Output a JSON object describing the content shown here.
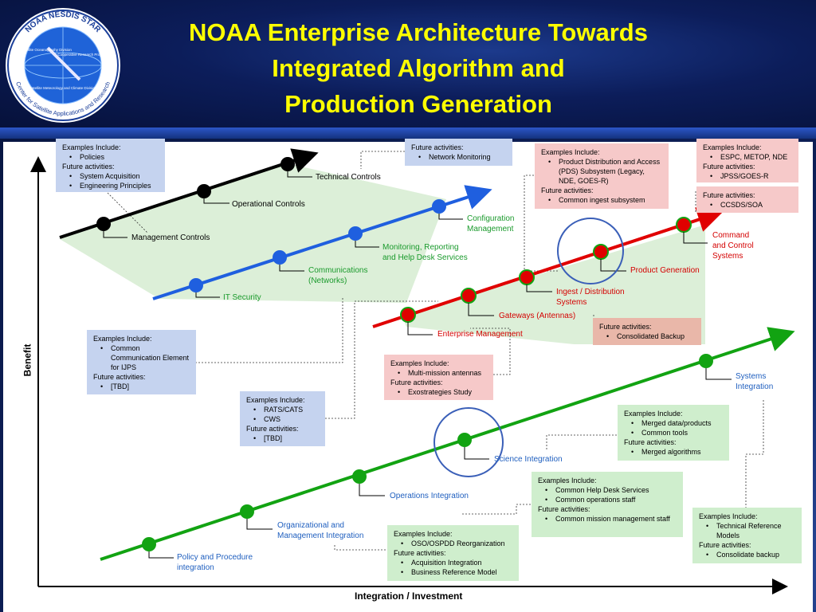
{
  "title_lines": [
    "NOAA Enterprise Architecture Towards",
    "Integrated Algorithm and",
    "Production Generation"
  ],
  "logo": {
    "ring_text": "NOAA NESDIS STAR",
    "ring_bottom": "Center for Satellite Applications and Research",
    "inner": [
      "Satellite Oceanography Division",
      "Cooperative Research Program",
      "Satellite Meteorology and Climate Division"
    ]
  },
  "axes": {
    "x": "Integration / Investment",
    "y": "Benefit"
  },
  "colors": {
    "black_line": "#000000",
    "blue_line": "#1f5fdf",
    "red_line": "#e00000",
    "green_line": "#12a312",
    "shade": "#dcefd8",
    "circle": "#3a5fb8"
  },
  "labels": {
    "management": "Management Controls",
    "operational": "Operational Controls",
    "technical": "Technical Controls",
    "it_security": "IT Security",
    "communications": [
      "Communications",
      "(Networks)"
    ],
    "monitoring": [
      "Monitoring, Reporting",
      "and Help Desk Services"
    ],
    "configuration": [
      "Configuration",
      "Management"
    ],
    "enterprise": "Enterprise Management",
    "gateways": "Gateways (Antennas)",
    "ingest": [
      "Ingest / Distribution",
      "Systems"
    ],
    "product": "Product Generation",
    "command": [
      "Command",
      "and Control",
      "Systems"
    ],
    "policy": [
      "Policy and Procedure",
      "integration"
    ],
    "organizational": [
      "Organizational and",
      "Management Integration"
    ],
    "operations": "Operations Integration",
    "science": "Science Integration",
    "systems": [
      "Systems",
      "Integration"
    ]
  },
  "boxes": {
    "mgmt": {
      "h1": "Examples Include:",
      "i1": [
        "Policies"
      ],
      "h2": "Future activities:",
      "i2": [
        "System Acquisition",
        "Engineering Principles"
      ]
    },
    "netmon": {
      "h1": "Future activities:",
      "i1": [
        "Network Monitoring"
      ]
    },
    "pds": {
      "h1": "Examples Include:",
      "i1": [
        "Product Distribution and Access (PDS) Subsystem (Legacy, NDE, GOES-R)"
      ],
      "h2": "Future activities:",
      "i2": [
        "Common ingest subsystem"
      ]
    },
    "espc": {
      "h1": "Examples Include:",
      "i1": [
        "ESPC, METOP, NDE"
      ],
      "h2": "Future activities:",
      "i2": [
        "JPSS/GOES-R"
      ]
    },
    "ccsds": {
      "h1": "Future activities:",
      "i1": [
        "CCSDS/SOA"
      ]
    },
    "comm": {
      "h1": "Examples Include:",
      "i1": [
        "Common Communication Element for IJPS"
      ],
      "h2": "Future activities:",
      "i2": [
        "[TBD]"
      ]
    },
    "rats": {
      "h1": "Examples Include:",
      "i1": [
        "RATS/CATS",
        "CWS"
      ],
      "h2": "Future activities:",
      "i2": [
        "[TBD]"
      ]
    },
    "backup": {
      "h1": "Future activities:",
      "i1": [
        "Consolidated Backup"
      ]
    },
    "antennas": {
      "h1": "Examples Include:",
      "i1": [
        "Multi-mission antennas"
      ],
      "h2": "Future activities:",
      "i2": [
        "Exostrategies Study"
      ]
    },
    "merged": {
      "h1": "Examples Include:",
      "i1": [
        "Merged data/products",
        "Common tools"
      ],
      "h2": "Future activities:",
      "i2": [
        "Merged algorithms"
      ]
    },
    "helpdesk": {
      "h1": "Examples Include:",
      "i1": [
        "Common Help Desk Services",
        "Common operations staff"
      ],
      "h2": "Future activities:",
      "i2": [
        "Common mission management staff"
      ]
    },
    "trm": {
      "h1": "Examples Include:",
      "i1": [
        "Technical Reference Models"
      ],
      "h2": "Future activities:",
      "i2": [
        "Consolidate backup"
      ]
    },
    "oso": {
      "h1": "Examples Include:",
      "i1": [
        "OSO/OSPDD Reorganization"
      ],
      "h2": "Future activities:",
      "i2": [
        "Acquisition Integration",
        "Business Reference Model"
      ]
    }
  }
}
